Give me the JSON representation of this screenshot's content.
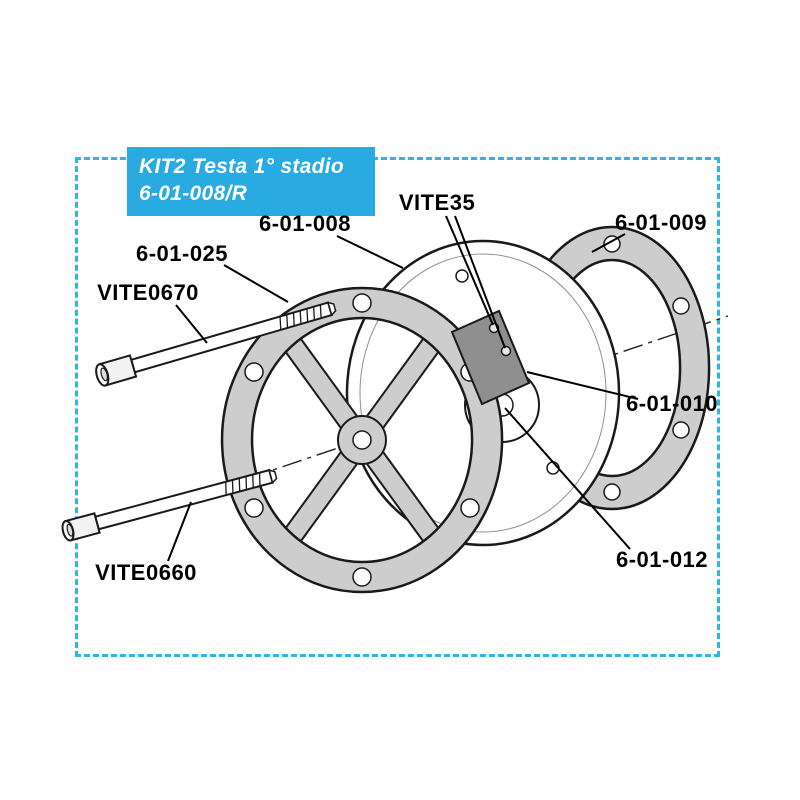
{
  "title_box": {
    "line1": "KIT2 Testa 1° stadio",
    "line2": "6-01-008/R"
  },
  "labels": {
    "head": "6-01-008",
    "screws_valve": "VITE35",
    "gasket_right": "6-01-009",
    "gasket_left": "6-01-025",
    "screw_top": "VITE0670",
    "valve_plate": "6-01-010",
    "valve_seat": "6-01-012",
    "screw_bottom": "VITE0660"
  },
  "colors": {
    "accent_cyan": "#29ABE2",
    "part_gray": "#cdcdcd",
    "valve_gray": "#8f8f8f",
    "outline_black": "#1a1a1a"
  }
}
